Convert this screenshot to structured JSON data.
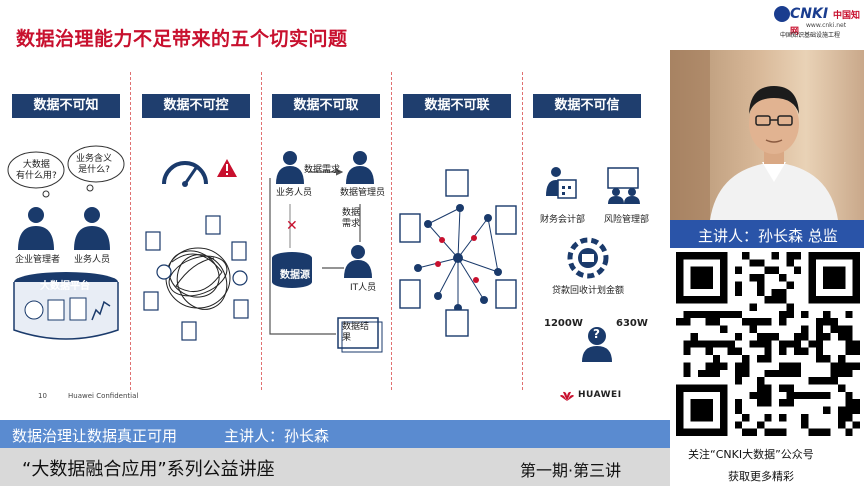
{
  "slide": {
    "title": "数据治理能力不足带来的五个切实问题",
    "page_number": "10",
    "confidential": "Huawei Confidential",
    "brand": "HUAWEI",
    "columns": [
      {
        "heading": "数据不可知"
      },
      {
        "heading": "数据不可控"
      },
      {
        "heading": "数据不可取"
      },
      {
        "heading": "数据不可联"
      },
      {
        "heading": "数据不可信"
      }
    ],
    "col1": {
      "bubble_left": "大数据\n有什么用?",
      "bubble_right": "业务含义\n是什么?",
      "person_left": "企业管理者",
      "person_right": "业务人员",
      "platform": "大数据平台"
    },
    "col3": {
      "req_top": "数据需求",
      "person_biz": "业务人员",
      "person_mgr": "数据管理员",
      "req_side": "数据\n需求",
      "db": "数据源",
      "person_it": "IT人员",
      "result": "数据结\n果"
    },
    "col5": {
      "dept_fin": "财务会计部",
      "dept_risk": "风险管理部",
      "plan": "贷款回收计划金额",
      "value_left": "1200W",
      "value_right": "630W",
      "question": "?"
    }
  },
  "banner": {
    "left": "数据治理让数据真正可用",
    "right": "主讲人：孙长森"
  },
  "footer": {
    "series_title": "“大数据融合应用”系列公益讲座",
    "episode": "第一期·第三讲"
  },
  "right_panel": {
    "logo_text": "CNKI",
    "logo_cn": "中国知网",
    "logo_url": "www.cnki.net",
    "logo_sub": "中国知识基础设施工程",
    "presenter": "主讲人：孙长森 总监",
    "qr_caption_1": "关注“CNKI大数据”公众号",
    "qr_caption_2": "获取更多精彩"
  },
  "colors": {
    "title_red": "#c8102e",
    "heading_navy": "#1f3e6e",
    "icon_navy": "#1a3a6b",
    "banner_blue": "#5a8bd0",
    "presenter_blue": "#2a54a8"
  },
  "icons": [
    "person-icon",
    "speech-bubble-icon",
    "gauge-icon",
    "warning-icon",
    "database-icon",
    "server-icon",
    "broken-link-icon",
    "calendar-icon",
    "presentation-icon",
    "gear-icon",
    "question-person-icon",
    "huawei-logo",
    "cnki-logo",
    "qr-code"
  ]
}
